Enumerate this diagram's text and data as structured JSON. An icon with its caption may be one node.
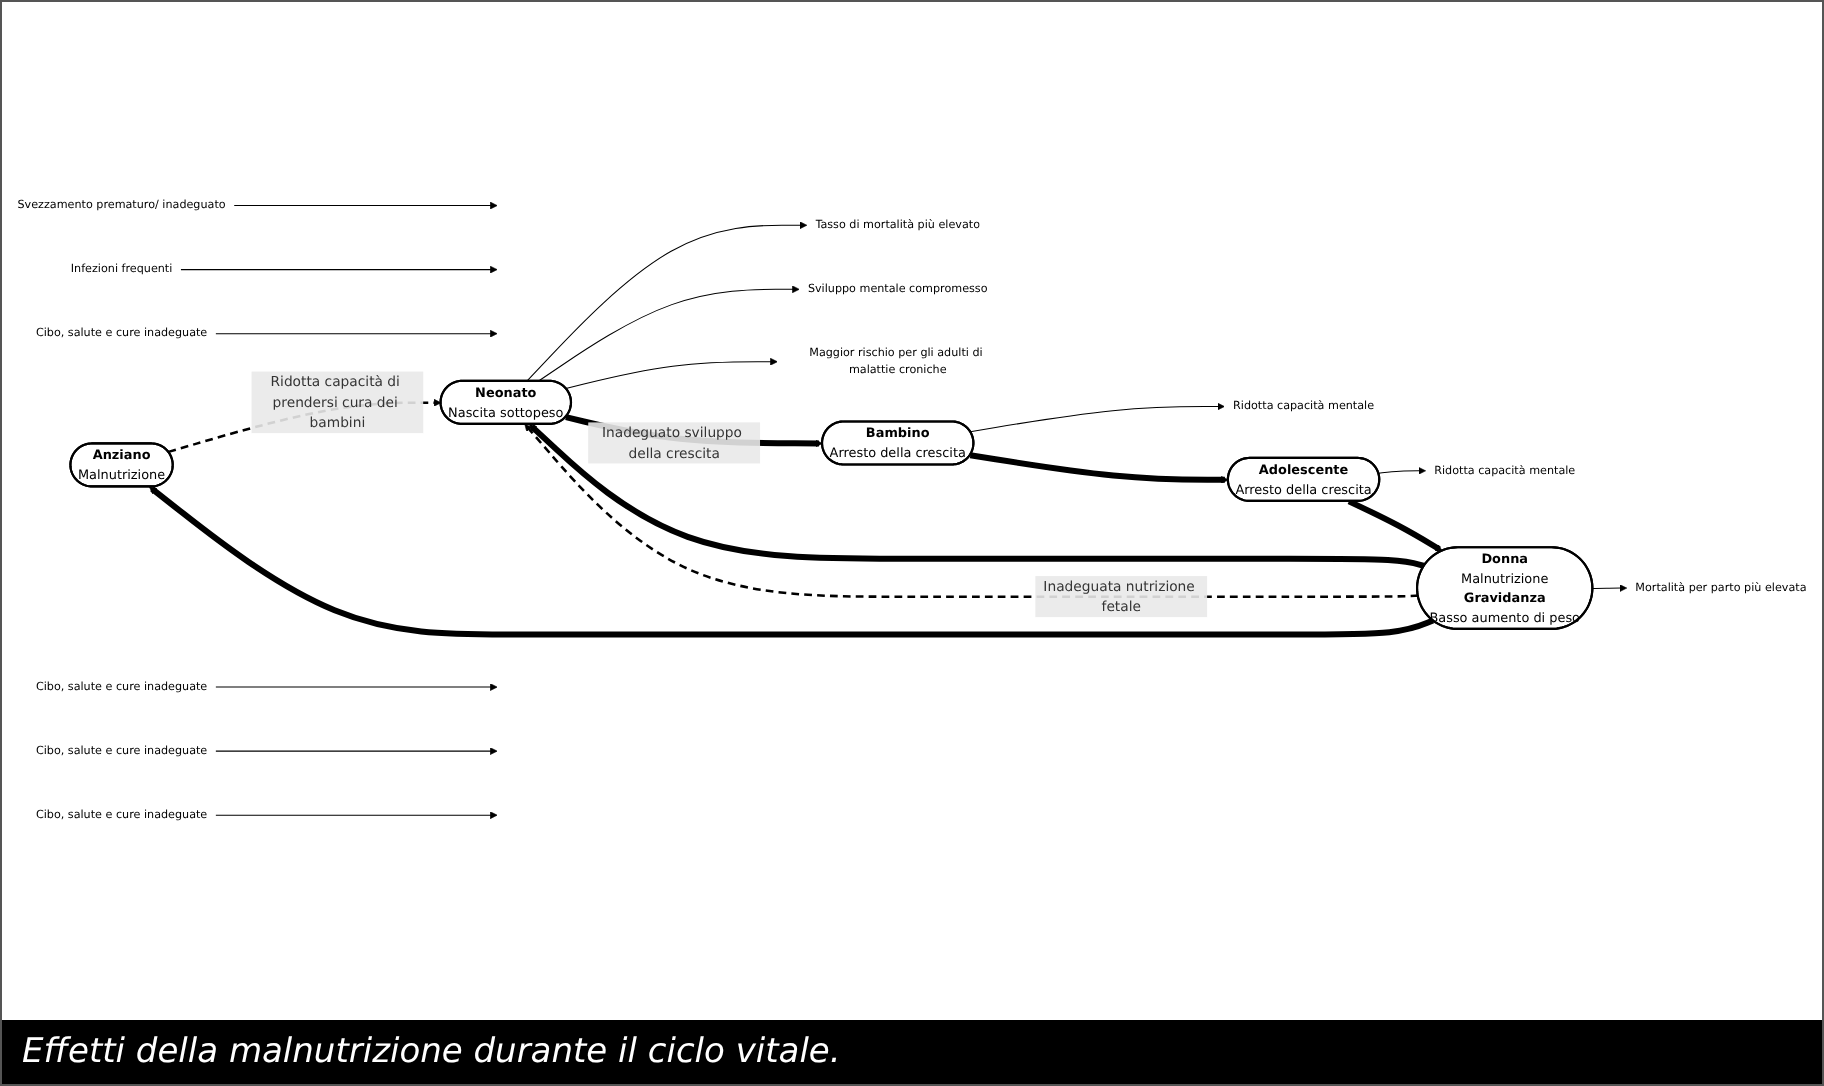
{
  "diagram": {
    "caption": "Effetti della malnutrizione durante il ciclo vitale.",
    "nodes": [
      {
        "text": [
          "Anziano",
          "Malnutrizione"
        ]
      },
      {
        "text": [
          "Neonato",
          "Nascita sottopeso"
        ]
      },
      {
        "text": [
          "Bambino",
          "Arresto della crescita"
        ]
      },
      {
        "text": [
          "Adolescente",
          "Arresto della crescita"
        ]
      },
      {
        "text": [
          "Donna",
          "Malnutrizione",
          "Gravidanza",
          "Basso aumento di peso"
        ]
      },
      {
        "text": [
          "Tasso di mortalità più elevato"
        ]
      },
      {
        "text": [
          "Sviluppo mentale compromesso"
        ]
      },
      {
        "text": [
          "Maggior rischio per gli adulti di malattie croniche"
        ]
      },
      {
        "text": [
          "Svezzamento prematuro/ inadeguato"
        ]
      },
      {
        "text": [
          "Infezioni frequenti"
        ]
      },
      {
        "text": [
          "Cibo, salute e cure inadeguate"
        ]
      },
      {
        "text": [
          "Ridotta capacità mentale"
        ]
      },
      {
        "text": [
          "Cibo, salute e cure inadeguate"
        ]
      },
      {
        "text": [
          "Ridotta capacità mentale"
        ]
      },
      {
        "text": [
          "Cibo, salute e cure inadeguate"
        ]
      },
      {
        "text": [
          "Mortalità per parto più elevata"
        ]
      },
      {
        "text": [
          "Cibo, salute e cure inadeguate"
        ]
      }
    ],
    "edges": [
      {
        "from": 1,
        "to": 5,
        "arrow": "to"
      },
      {
        "from": 1,
        "to": 6,
        "arrow": "to"
      },
      {
        "from": 1,
        "to": 7,
        "arrow": "to"
      },
      {
        "from": 1,
        "to": 2,
        "arrow": "to",
        "label": "Inadeguato sviluppo della crescita",
        "style": "thick"
      },
      {
        "from": 8,
        "to": null,
        "arrow": "to"
      },
      {
        "from": 9,
        "to": null,
        "arrow": "to"
      },
      {
        "from": 10,
        "to": null,
        "arrow": "to"
      },
      {
        "from": 2,
        "to": 11,
        "arrow": "to"
      },
      {
        "from": 2,
        "to": 3,
        "arrow": "to",
        "style": "thick"
      },
      {
        "from": 12,
        "to": null,
        "arrow": "to"
      },
      {
        "from": 3,
        "to": 13,
        "arrow": "to"
      },
      {
        "from": 3,
        "to": 4,
        "arrow": "to",
        "style": "thick"
      },
      {
        "from": 14,
        "to": null,
        "arrow": "to"
      },
      {
        "from": 4,
        "to": 15,
        "arrow": "to"
      },
      {
        "from": 4,
        "to": 0,
        "arrow": "to",
        "style": "thick"
      },
      {
        "from": 16,
        "to": null,
        "arrow": "to"
      },
      {
        "from": 4,
        "to": 1,
        "arrow": "to",
        "style": "thick"
      },
      {
        "from": 4,
        "to": 1,
        "arrow": "to",
        "label": "Inadeguata nutrizione fetale",
        "style": "dashed"
      },
      {
        "from": 0,
        "to": 1,
        "arrow": "to",
        "label": "Ridotta capacità di prendersi cura dei bambini",
        "style": "dashed"
      }
    ]
  }
}
